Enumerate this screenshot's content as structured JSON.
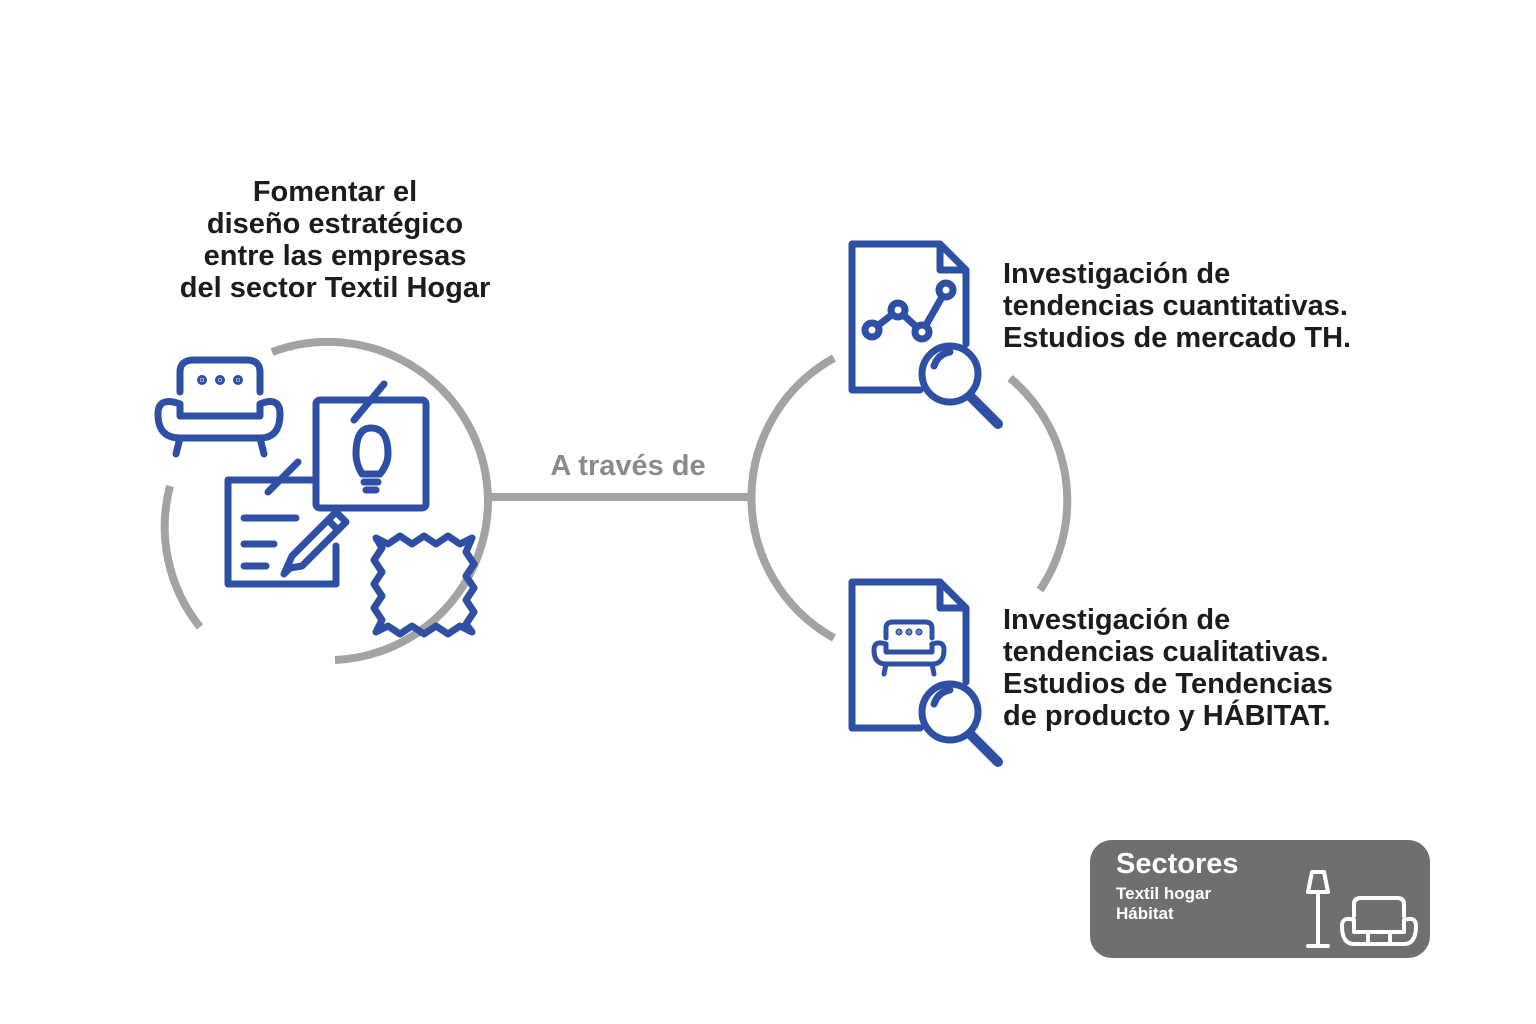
{
  "colors": {
    "accent": "#2e4fa3",
    "line": "#a3a3a3",
    "text": "#1c1c1c",
    "label": "#8a8a8a",
    "panel": "#6f6f70"
  },
  "goal": {
    "title_lines": [
      "Fomentar el",
      "diseño estratégico",
      "entre las empresas",
      "del sector Textil Hogar"
    ],
    "icons": [
      "armchair-icon",
      "lightbulb-note-icon",
      "notepad-pencil-icon",
      "fabric-swatch-icon"
    ]
  },
  "connector": {
    "label": "A través de"
  },
  "items": [
    {
      "icon": "chart-document-search-icon",
      "lines": [
        "Investigación de",
        "tendencias cuantitativas.",
        "Estudios de mercado TH."
      ]
    },
    {
      "icon": "armchair-document-search-icon",
      "lines": [
        "Investigación de",
        "tendencias cualitativas.",
        "Estudios de Tendencias",
        "de producto y HÁBITAT."
      ]
    }
  ],
  "sectors": {
    "title": "Sectores",
    "items": [
      "Textil hogar",
      "Hábitat"
    ],
    "icons": [
      "floor-lamp-icon",
      "armchair-icon"
    ]
  }
}
